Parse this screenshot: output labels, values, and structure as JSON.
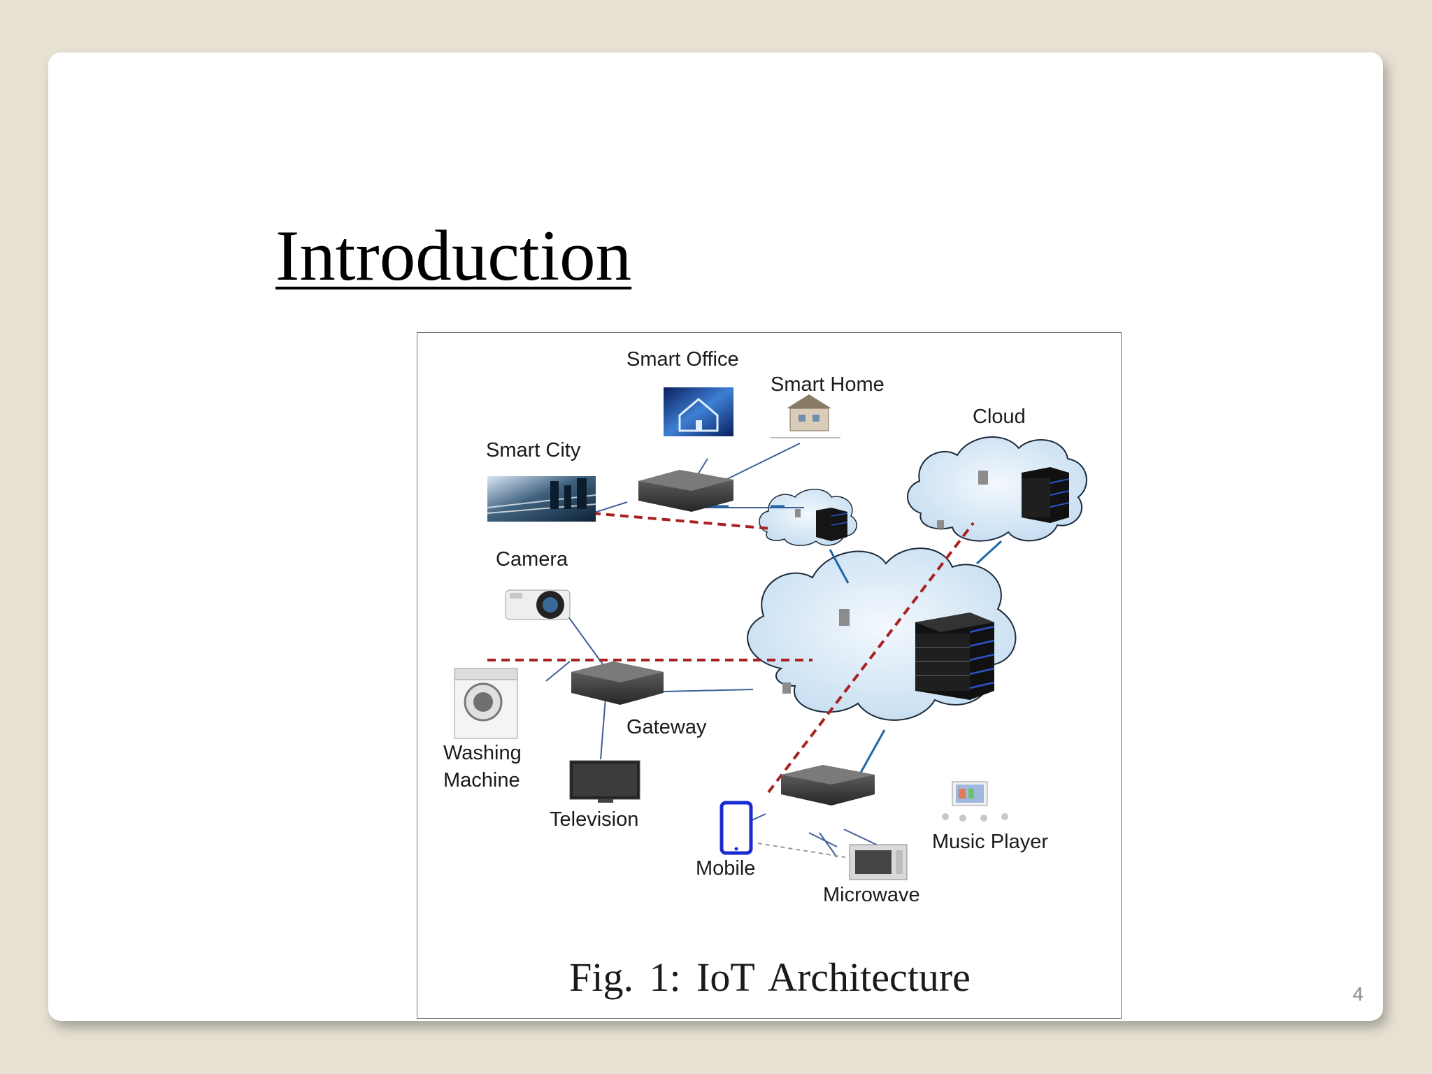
{
  "slide": {
    "title": "Introduction",
    "page_number": "4"
  },
  "figure": {
    "caption": "Fig. 1: IoT Architecture",
    "labels": {
      "smart_office": "Smart Office",
      "smart_home": "Smart Home",
      "cloud": "Cloud",
      "smart_city": "Smart City",
      "camera": "Camera",
      "gateway": "Gateway",
      "washing_machine": "Washing Machine",
      "television": "Television",
      "mobile": "Mobile",
      "microwave": "Microwave",
      "music_player": "Music Player"
    },
    "colors": {
      "solid_link": "#3f5f98",
      "cloud_link": "#1f66a6",
      "dashed_link": "#a82020",
      "dotted_link": "#999999",
      "cloud_fill": "#d8e9f6",
      "server": "#1c1c1c",
      "gateway_device": "#3a3a3a"
    }
  }
}
